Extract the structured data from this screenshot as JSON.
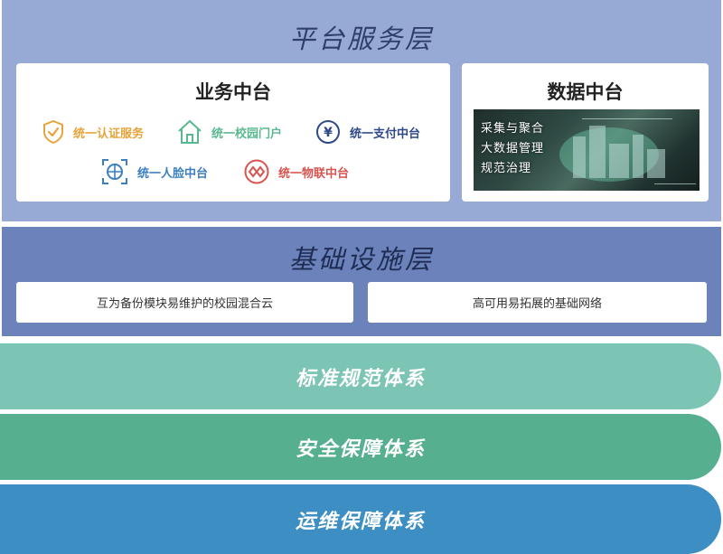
{
  "platform_layer": {
    "title": "平台服务层",
    "business_center": {
      "title": "业务中台",
      "services": [
        {
          "label": "统一认证服务",
          "icon": "shield-check-icon",
          "color": "#e8a33a"
        },
        {
          "label": "统一校园门户",
          "icon": "home-icon",
          "color": "#5ab88f"
        },
        {
          "label": "统一支付中台",
          "icon": "yen-icon",
          "color": "#2f4a8a"
        },
        {
          "label": "统一人脸中台",
          "icon": "face-scan-icon",
          "color": "#3b7fc0"
        },
        {
          "label": "统一物联中台",
          "icon": "iot-link-icon",
          "color": "#d9534f"
        }
      ]
    },
    "data_center": {
      "title": "数据中台",
      "items": [
        "采集与聚合",
        "大数据管理",
        "规范治理"
      ]
    }
  },
  "infrastructure_layer": {
    "title": "基础设施层",
    "items": [
      "互为备份模块易维护的校园混合云",
      "高可用易拓展的基础网络"
    ]
  },
  "systems": [
    {
      "label": "标准规范体系",
      "color": "#7cc4b4"
    },
    {
      "label": "安全保障体系",
      "color": "#56af8f"
    },
    {
      "label": "运维保障体系",
      "color": "#3d8fc3"
    }
  ]
}
